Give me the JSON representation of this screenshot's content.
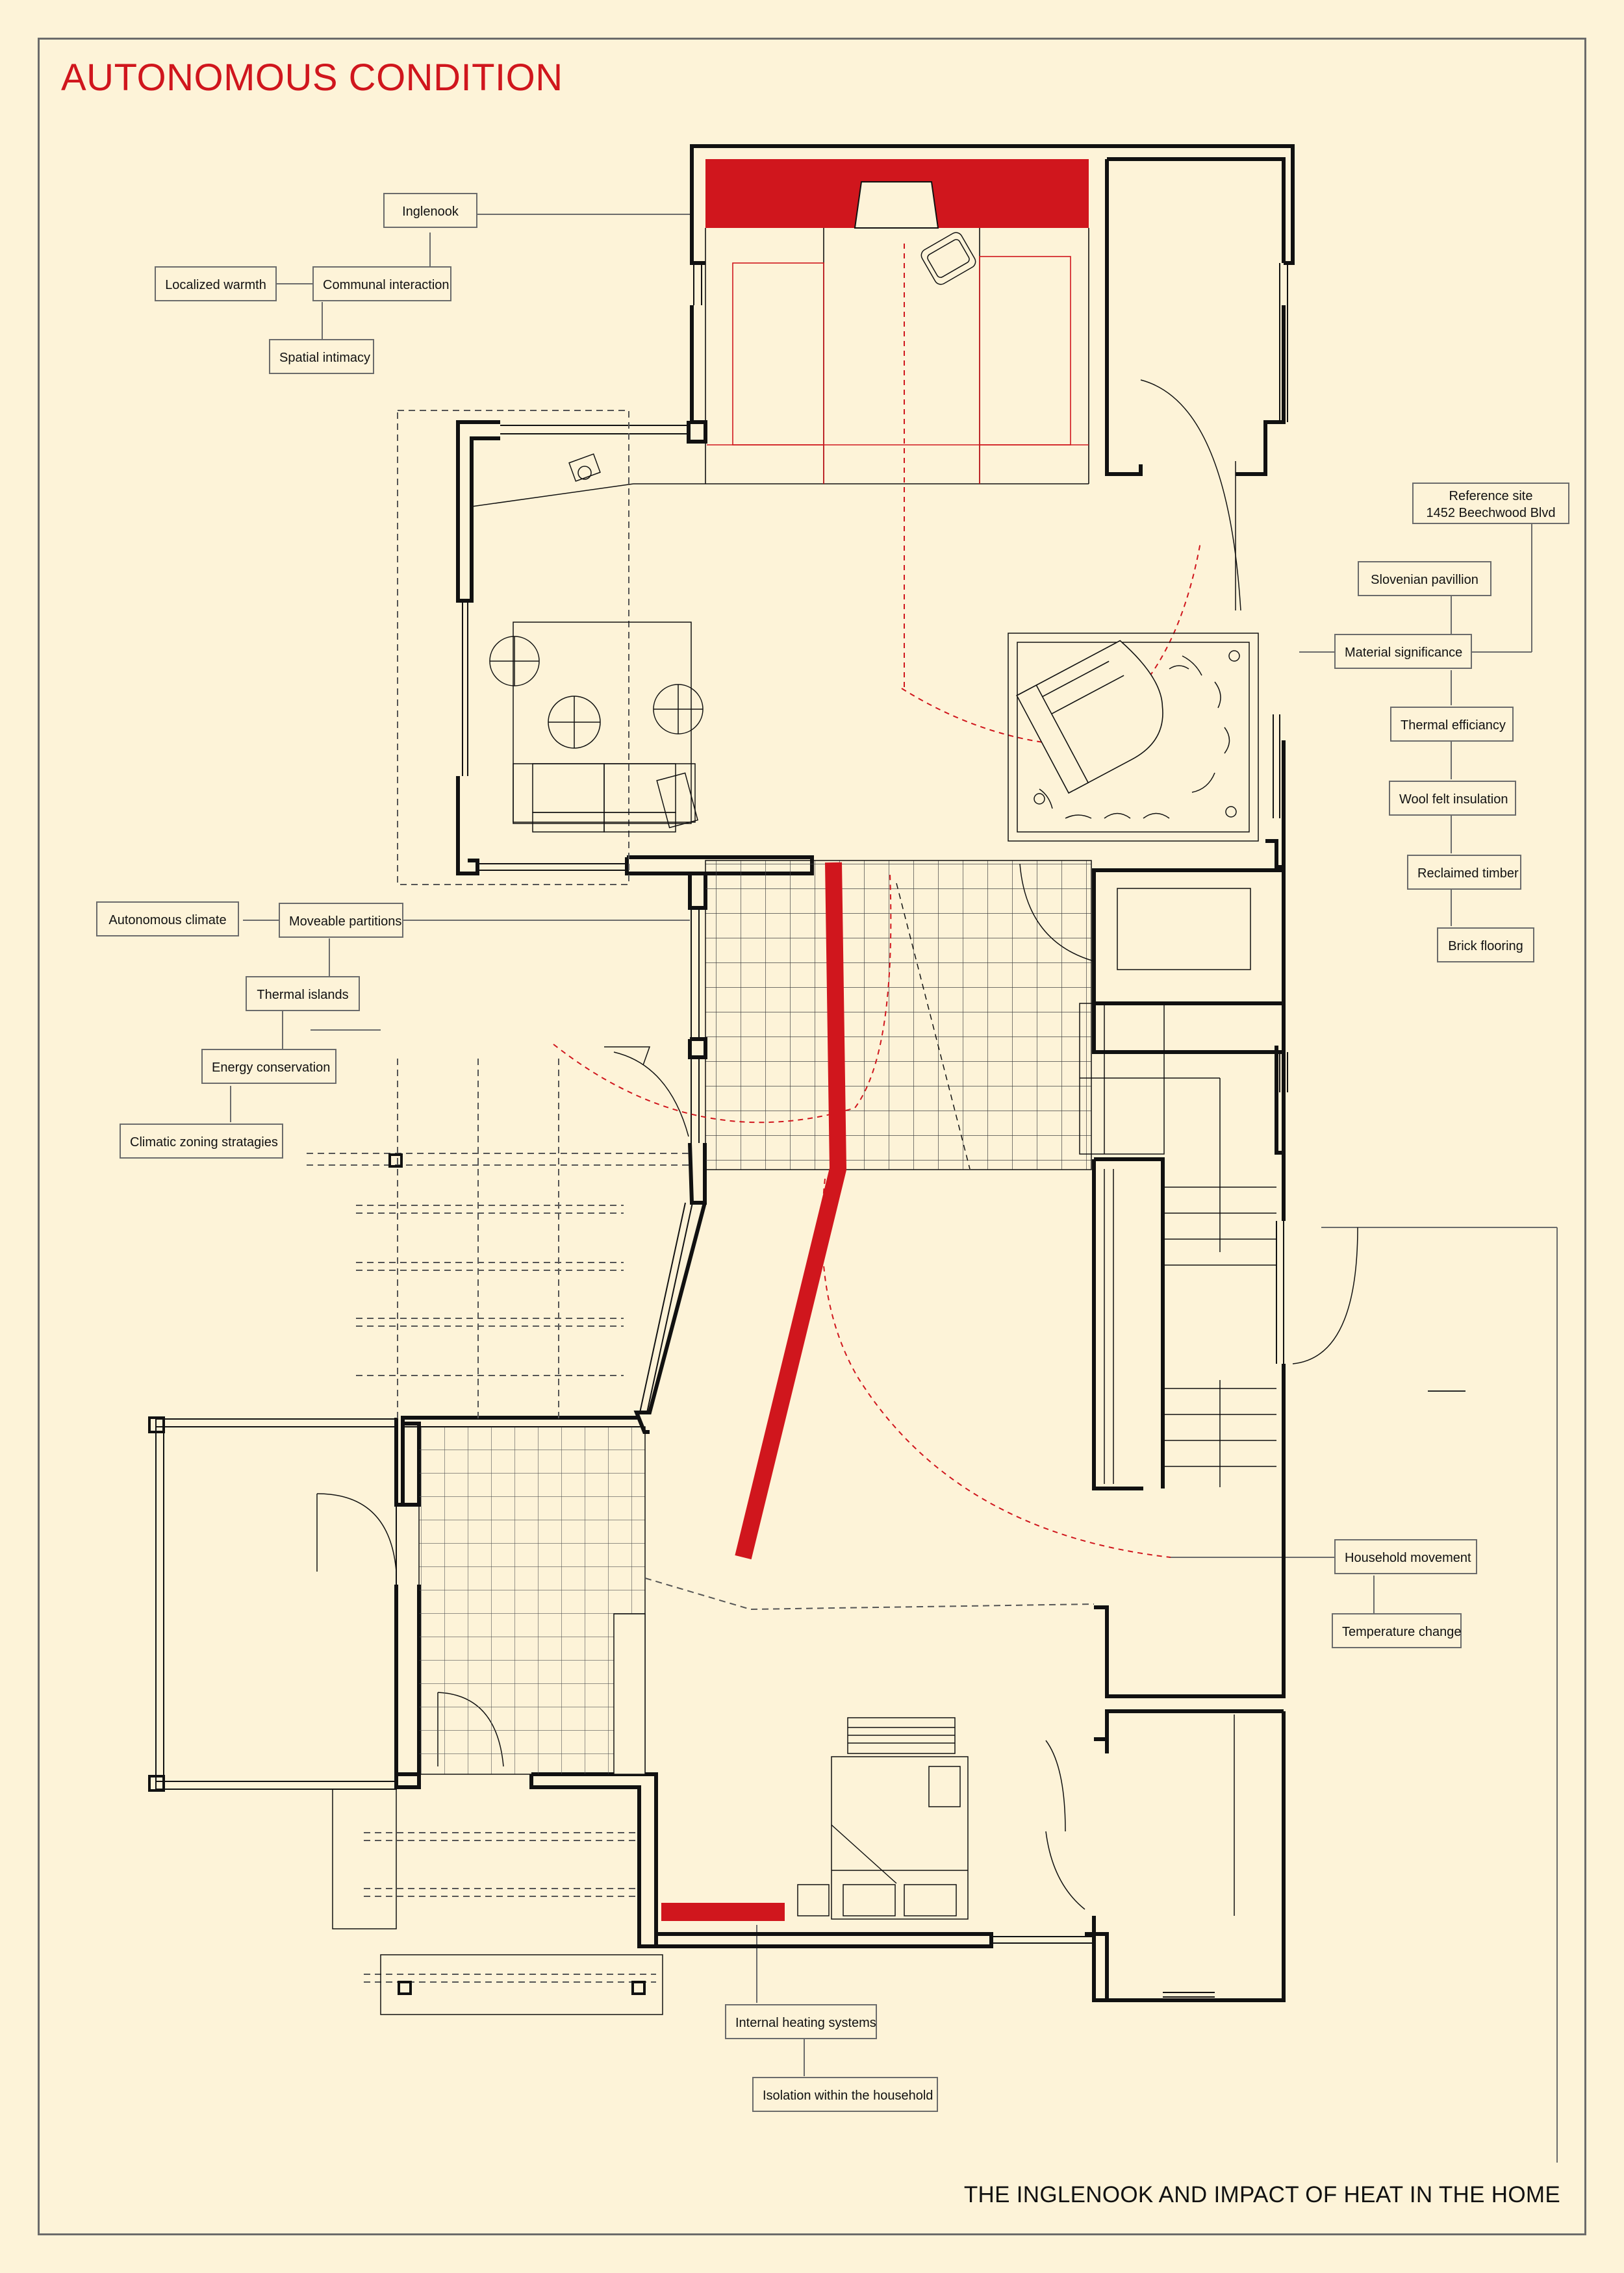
{
  "title": "AUTONOMOUS CONDITION",
  "subtitle": "THE INGLENOOK AND IMPACT OF HEAT IN THE HOME",
  "colors": {
    "background": "#fdf3d8",
    "accent_red": "#d0161d",
    "wall": "#111111",
    "leader_line": "#6b6b6b"
  },
  "labels": {
    "inglenook": "Inglenook",
    "localized_warmth": "Localized warmth",
    "communal_interaction": "Communal interaction",
    "spatial_intimacy": "Spatial intimacy",
    "reference_site_line1": "Reference site",
    "reference_site_line2": "1452 Beechwood Blvd",
    "slovenian_pavillion": "Slovenian pavillion",
    "material_significance": "Material significance",
    "thermal_efficiancy": "Thermal efficiancy",
    "wool_felt_insulation": "Wool felt insulation",
    "reclaimed_timber": "Reclaimed timber",
    "brick_flooring": "Brick flooring",
    "autonomous_climate": "Autonomous climate",
    "moveable_partitions": "Moveable partitions",
    "thermal_islands": "Thermal islands",
    "energy_conservation": "Energy conservation",
    "climatic_zoning_stratagies": "Climatic zoning stratagies",
    "household_movement": "Household movement",
    "temperature_change": "Temperature change",
    "internal_heating_systems": "Internal heating systems",
    "isolation_within_household": "Isolation within the household"
  }
}
